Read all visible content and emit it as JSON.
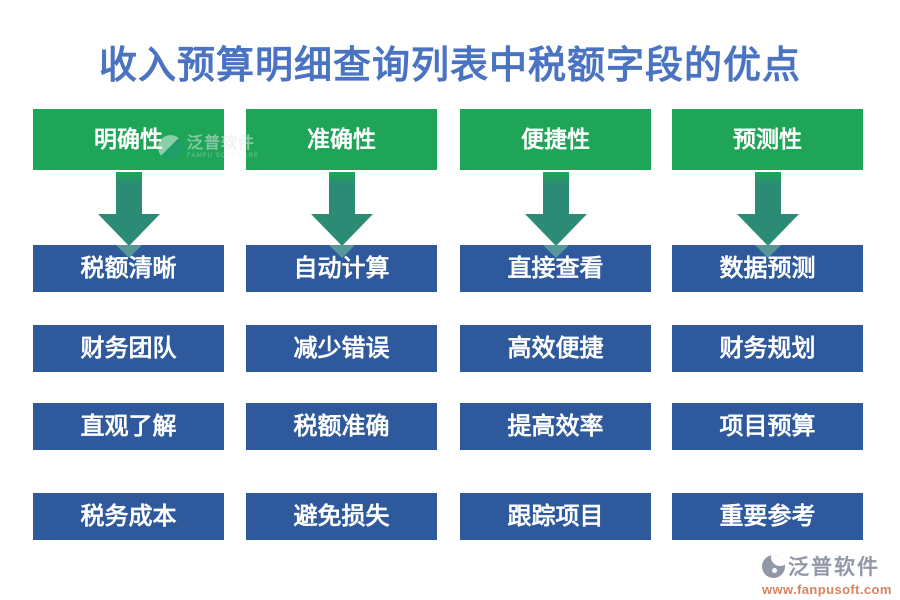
{
  "title": "收入预算明细查询列表中税额字段的优点",
  "colors": {
    "title_blue": "#4A73C2",
    "green": "#1EA558",
    "arrow_teal": "#2B8B74",
    "box_blue": "#2E5A9D",
    "logo_gray": "#9398A8",
    "url_orange": "#D9825F"
  },
  "columns": [
    {
      "header": "明确性",
      "items": [
        "税额清晰",
        "财务团队",
        "直观了解",
        "税务成本"
      ]
    },
    {
      "header": "准确性",
      "items": [
        "自动计算",
        "减少错误",
        "税额准确",
        "避免损失"
      ]
    },
    {
      "header": "便捷性",
      "items": [
        "直接查看",
        "高效便捷",
        "提高效率",
        "跟踪项目"
      ]
    },
    {
      "header": "预测性",
      "items": [
        "数据预测",
        "财务规划",
        "项目预算",
        "重要参考"
      ]
    }
  ],
  "watermark": {
    "text": "泛普软件",
    "subtext": "FANPU SOFTWARE"
  },
  "brand": {
    "name": "泛普软件",
    "url": "www.fanpusoft.com"
  }
}
